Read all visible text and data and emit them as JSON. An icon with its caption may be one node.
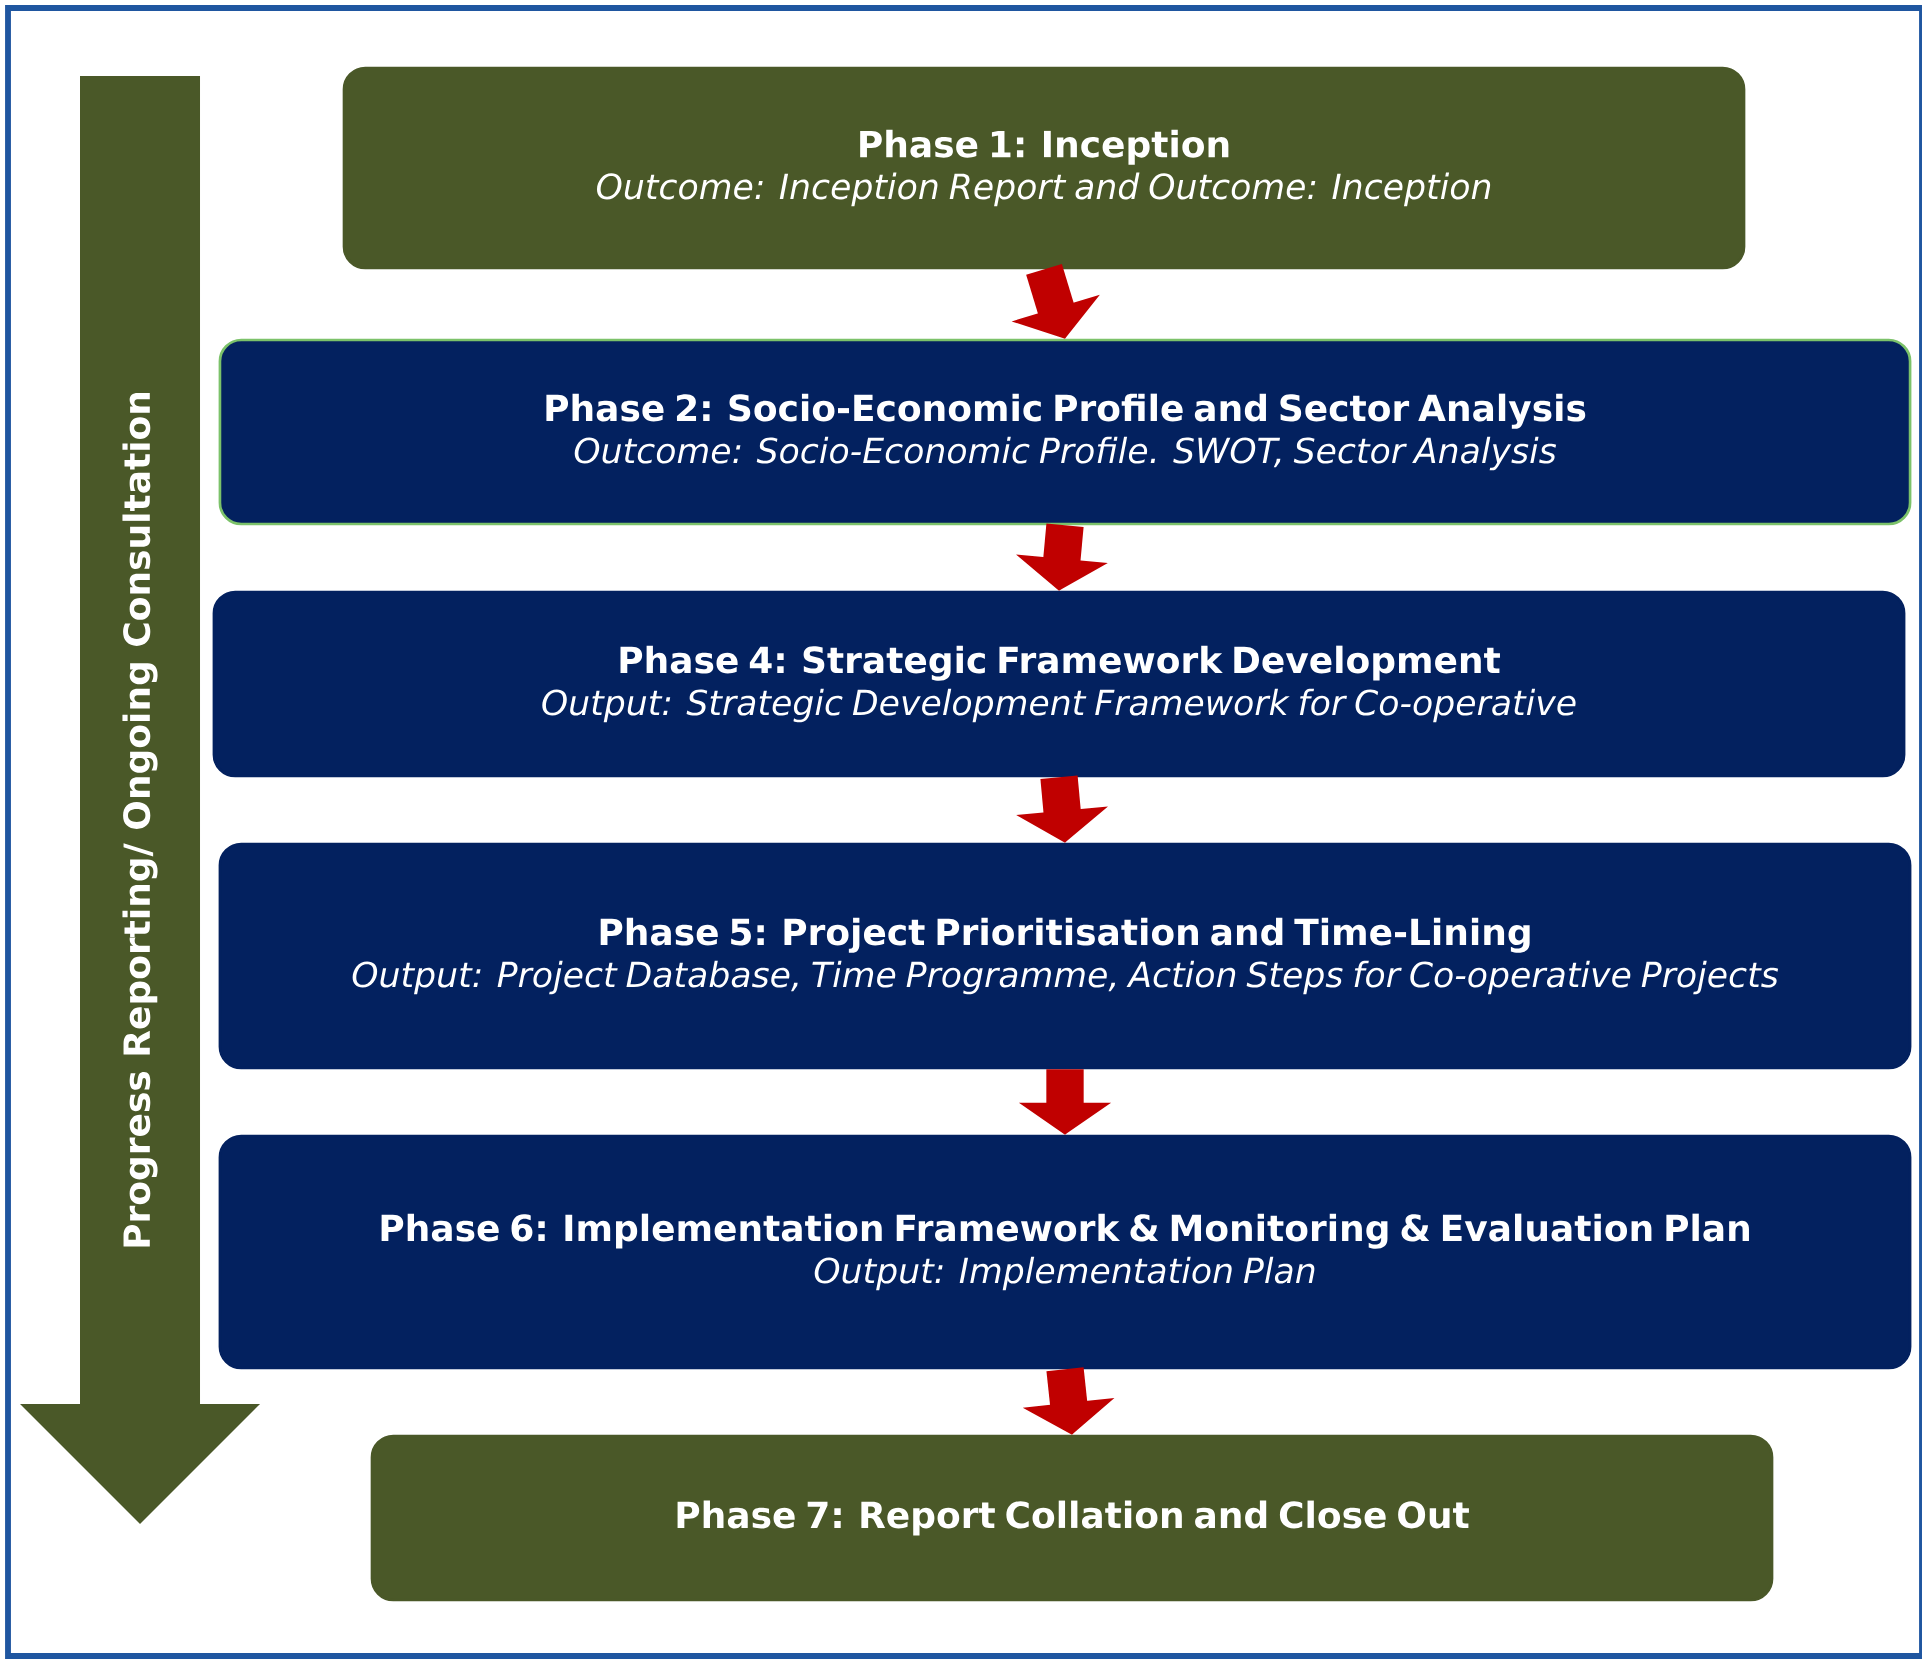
{
  "diagram": {
    "nodes": [
      {
        "text": [
          "Progress Reporting/ Ongoing Consultation"
        ]
      },
      {
        "text": [
          "Phase 1: Inception",
          "Outcome: Inception Report and Outcome: Inception"
        ]
      },
      {
        "text": [
          "Phase 2: Socio-Economic Profile and Sector Analysis",
          "Outcome: Socio-Economic Profile. SWOT, Sector Analysis"
        ]
      },
      {
        "text": [
          "Phase 4: Strategic Framework Development",
          "Output: Strategic Development Framework for Co-operative"
        ]
      },
      {
        "text": [
          "Phase 5: Project Prioritisation and Time-Lining",
          "Output: Project Database, Time Programme, Action Steps for Co-operative Projects"
        ]
      },
      {
        "text": [
          "Phase 6: Implementation Framework & Monitoring & Evaluation Plan",
          "Output: Implementation Plan"
        ]
      },
      {
        "text": [
          "Phase 7: Report Collation and Close Out"
        ]
      }
    ],
    "edges": [
      {
        "from": 1,
        "to": 2,
        "arrow": "to"
      },
      {
        "from": 2,
        "to": 3,
        "arrow": "to"
      },
      {
        "from": 3,
        "to": 4,
        "arrow": "to"
      },
      {
        "from": 4,
        "to": 5,
        "arrow": "to"
      },
      {
        "from": 5,
        "to": 6,
        "arrow": "to"
      }
    ]
  }
}
